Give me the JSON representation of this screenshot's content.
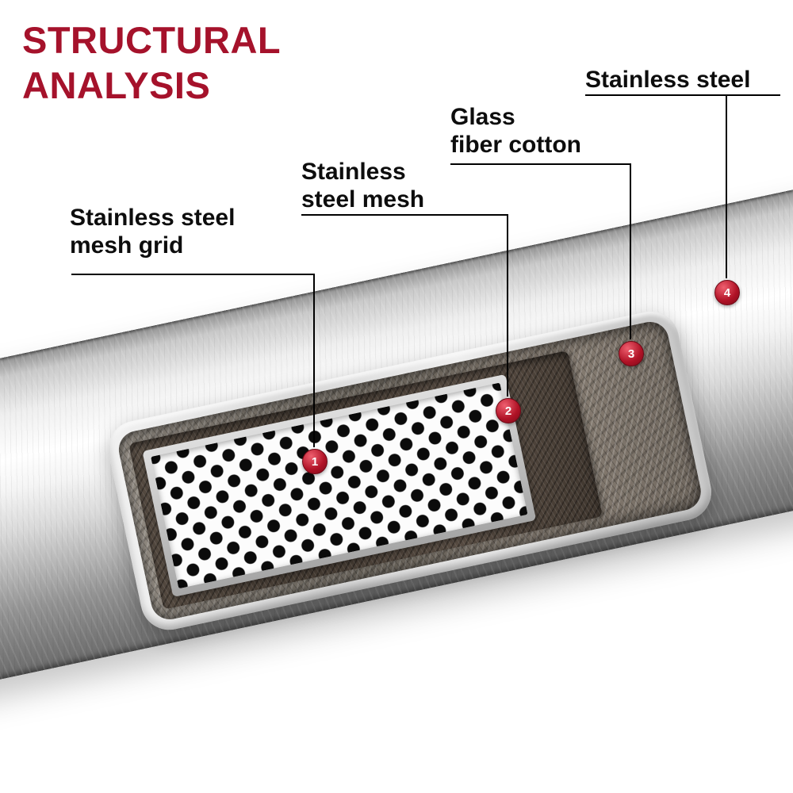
{
  "title": {
    "lines": [
      "STRUCTURAL",
      "ANALYSIS"
    ],
    "color": "#A5122B"
  },
  "callouts": [
    {
      "lines": [
        "Stainless steel",
        "mesh grid"
      ],
      "num": "1",
      "part": "perforated-mesh-grid"
    },
    {
      "lines": [
        "Stainless",
        "steel mesh"
      ],
      "num": "2",
      "part": "stainless-steel-mesh"
    },
    {
      "lines": [
        "Glass",
        "fiber cotton"
      ],
      "num": "3",
      "part": "glass-fiber-cotton"
    },
    {
      "lines": [
        "Stainless steel"
      ],
      "num": "4",
      "part": "outer-stainless-shell"
    }
  ],
  "colors": {
    "accent_red": "#A5122B",
    "badge_red": "#B01226",
    "leader_line": "#000000",
    "metal_light": "#F4F4F4",
    "metal_dark": "#6C6C6C",
    "mesh_brown": "#4E443B",
    "fiber_gray": "#857D73"
  }
}
